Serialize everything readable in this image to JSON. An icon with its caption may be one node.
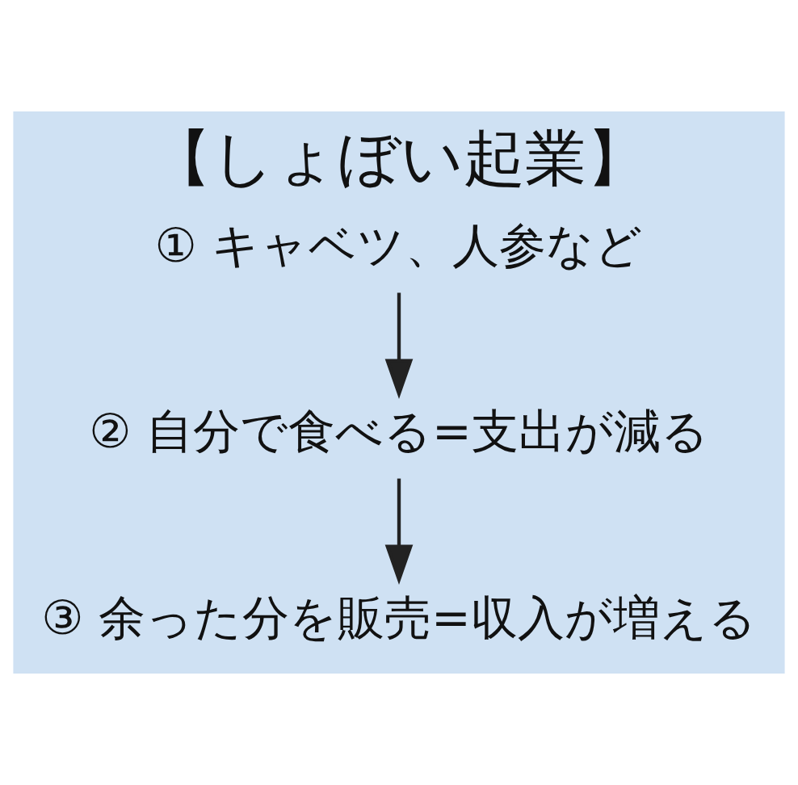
{
  "diagram": {
    "title": "【しょぼい起業】",
    "nodes": [
      {
        "text": [
          "① キャベツ、人参など"
        ]
      },
      {
        "text": [
          "② 自分で食べる=支出が減る"
        ]
      },
      {
        "text": [
          "③ 余った分を販売=収入が増える"
        ]
      }
    ],
    "edges": [
      {
        "from": 0,
        "to": 1,
        "arrow": "to"
      },
      {
        "from": 1,
        "to": 2,
        "arrow": "to"
      }
    ]
  }
}
